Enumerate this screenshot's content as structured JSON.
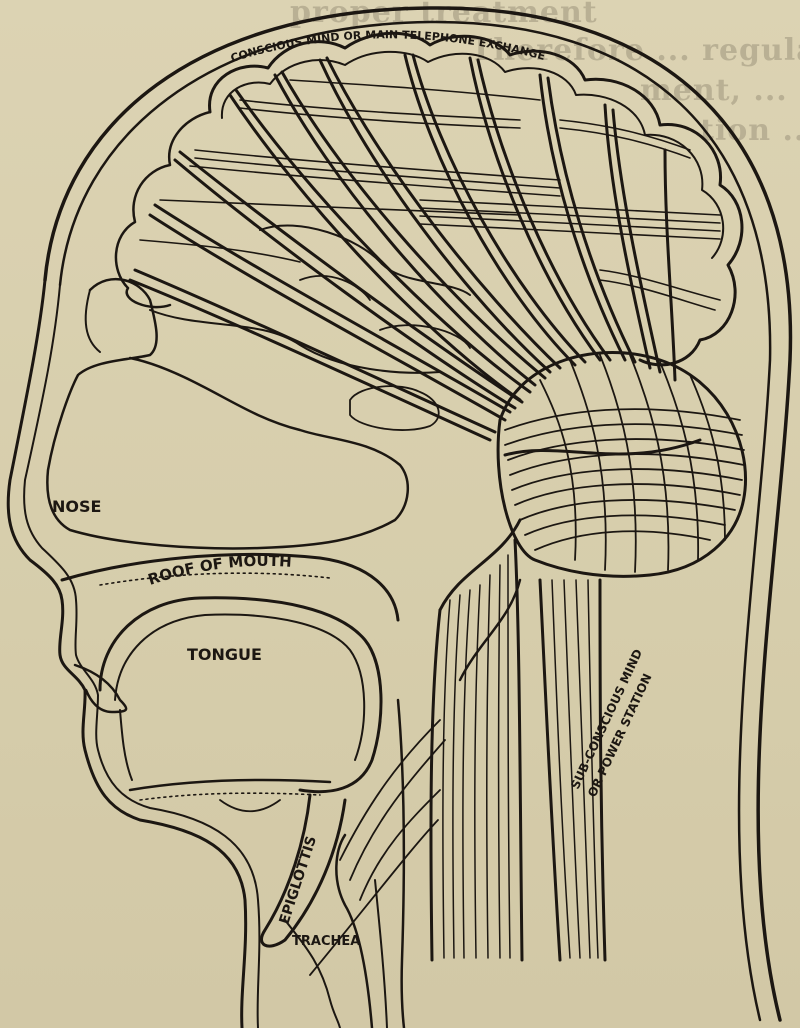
{
  "labels": {
    "conscious_mind": "CONSCIOUS MIND OR MAIN TELEPHONE EXCHANGE",
    "nose": "NOSE",
    "roof_of_mouth": "ROOF OF MOUTH",
    "tongue": "TONGUE",
    "epiglottis": "EPIGLOTTIS",
    "trachea": "TRACHEA",
    "subconscious_line1": "SUB-CONSCIOUS MIND",
    "subconscious_line2": "OR POWER STATION"
  },
  "bleed_through": {
    "line1": "proper treatment",
    "line2": "Therefore ... regular move-",
    "line3": "ment, ... ere as",
    "line4": "tion ... y ... of"
  },
  "colors": {
    "paper": "#d8cfae",
    "ink": "#1c1712"
  }
}
